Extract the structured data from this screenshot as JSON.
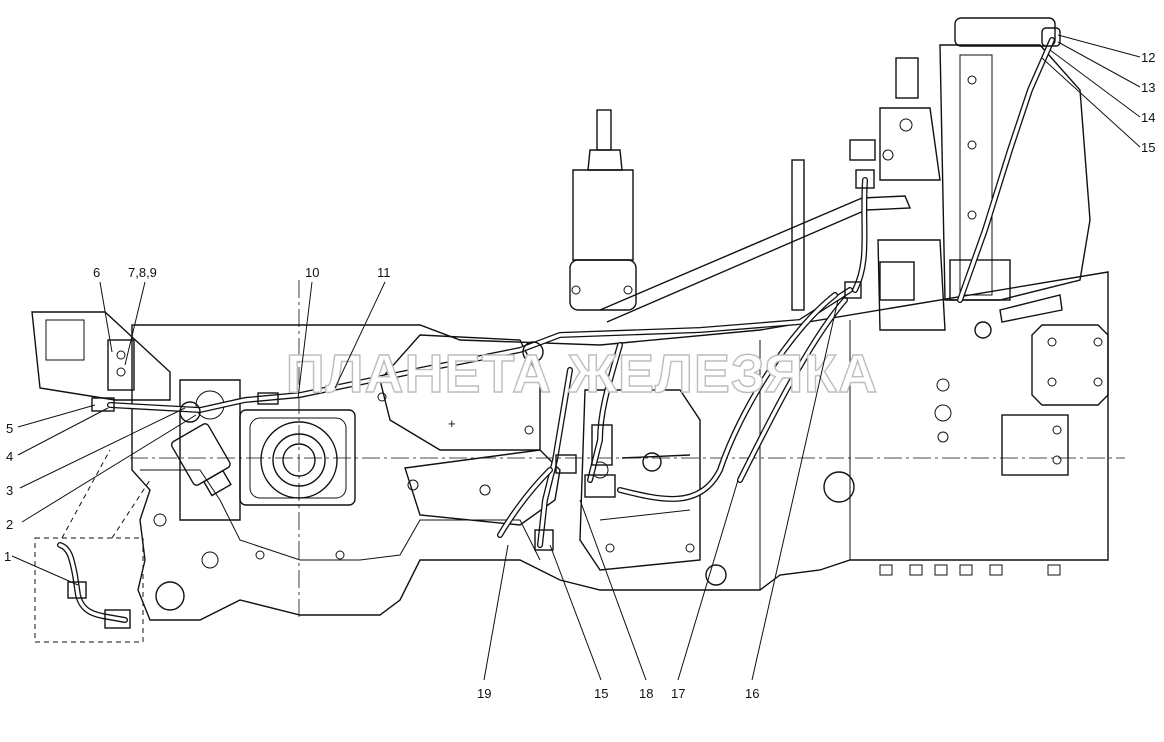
{
  "watermark": "ПЛАНЕТА ЖЕЛЕЗЯКА",
  "callouts": {
    "c1": "1",
    "c2": "2",
    "c3": "3",
    "c4": "4",
    "c5": "5",
    "c6": "6",
    "c789": "7,8,9",
    "c10": "10",
    "c11": "11",
    "c12": "12",
    "c13": "13",
    "c14": "14",
    "c15a": "15",
    "c15b": "15",
    "c16": "16",
    "c17": "17",
    "c18": "18",
    "c19": "19"
  }
}
